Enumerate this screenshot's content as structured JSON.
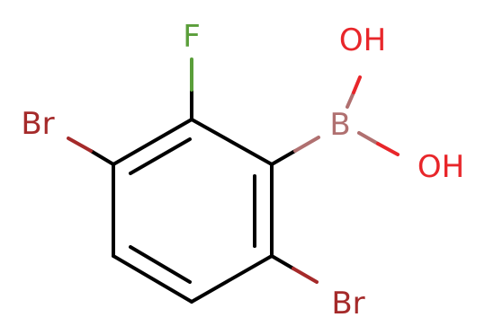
{
  "molecule": {
    "atoms": {
      "f": {
        "label": "F",
        "color": "#5a9e3a"
      },
      "br_top": {
        "label": "Br",
        "color": "#a52a2a"
      },
      "br_bottom": {
        "label": "Br",
        "color": "#a52a2a"
      },
      "b": {
        "label": "B",
        "color": "#b07070"
      },
      "oh_top": {
        "label": "OH",
        "color": "#e8262a"
      },
      "oh_bottom": {
        "label": "OH",
        "color": "#e8262a"
      }
    },
    "bond_color": "#000000"
  }
}
